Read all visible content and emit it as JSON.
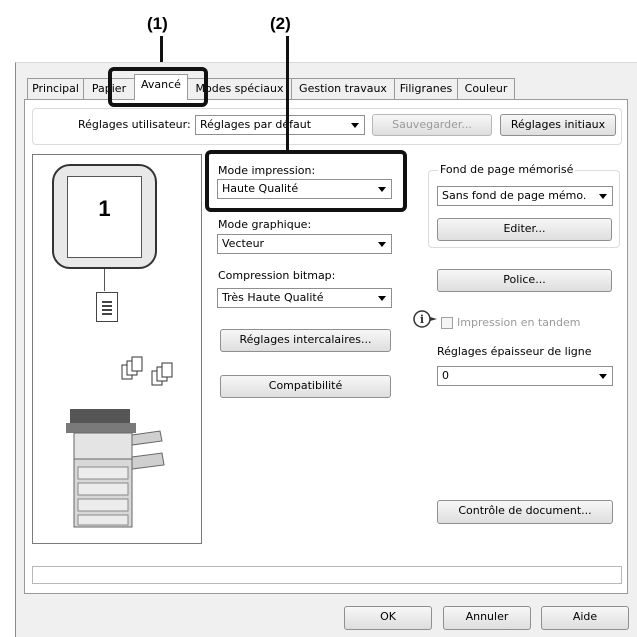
{
  "callouts": {
    "one": "(1)",
    "two": "(2)"
  },
  "tabs": [
    {
      "label": "Principal"
    },
    {
      "label": "Papier"
    },
    {
      "label": "Avancé"
    },
    {
      "label": "Modes spéciaux"
    },
    {
      "label": "Gestion travaux"
    },
    {
      "label": "Filigranes"
    },
    {
      "label": "Couleur"
    }
  ],
  "user_settings": {
    "label": "Réglages utilisateur:",
    "value": "Réglages par défaut",
    "save": "Sauvegarder...",
    "initial": "Réglages initiaux"
  },
  "preview": {
    "page_number": "1"
  },
  "print_mode": {
    "label": "Mode impression:",
    "value": "Haute Qualité"
  },
  "graphics_mode": {
    "label": "Mode graphique:",
    "value": "Vecteur"
  },
  "bitmap": {
    "label": "Compression bitmap:",
    "value": "Très Haute Qualité"
  },
  "buttons": {
    "insert": "Réglages intercalaires...",
    "compat": "Compatibilité",
    "edit": "Editer...",
    "font": "Police...",
    "doc_control": "Contrôle de document...",
    "ok": "OK",
    "cancel": "Annuler",
    "help": "Aide"
  },
  "background": {
    "label": "Fond de page mémorisé",
    "value": "Sans fond de page mémo."
  },
  "tandem": {
    "label": "Impression en tandem",
    "checked": false,
    "info_icon": "info-icon"
  },
  "line_thickness": {
    "label": "Réglages épaisseur de ligne",
    "value": "0"
  },
  "colors": {
    "highlight": "#111111",
    "tab_border": "#9a9a9a",
    "dialog_bg": "#f0f0f0"
  }
}
